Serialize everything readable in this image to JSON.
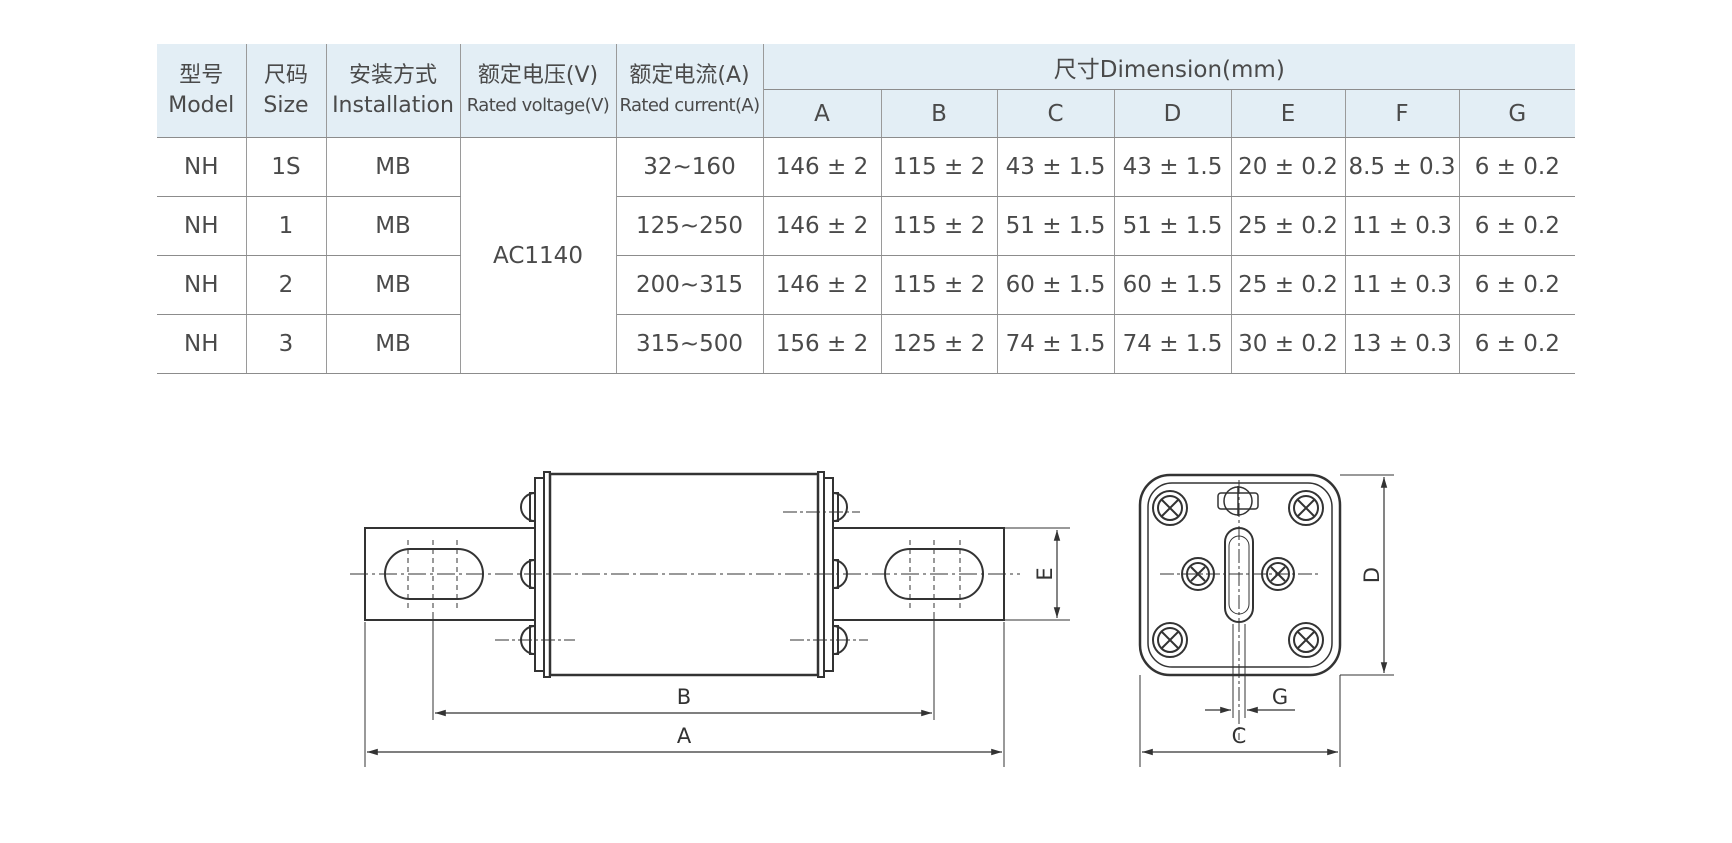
{
  "table": {
    "headers": {
      "model": {
        "cn": "型号",
        "en": "Model"
      },
      "size": {
        "cn": "尺码",
        "en": "Size"
      },
      "installation": {
        "cn": "安装方式",
        "en": "Installation"
      },
      "rated_voltage": {
        "cn": "额定电压(V)",
        "en": "Rated voltage(V)"
      },
      "rated_current": {
        "cn": "额定电流(A)",
        "en": "Rated current(A)"
      },
      "dimension": "尺寸Dimension(mm)",
      "dim_cols": [
        "A",
        "B",
        "C",
        "D",
        "E",
        "F",
        "G"
      ]
    },
    "voltage_merged": "AC1140",
    "rows": [
      {
        "model": "NH",
        "size": "1S",
        "installation": "MB",
        "current": "32~160",
        "dims": [
          "146 ± 2",
          "115 ± 2",
          "43 ± 1.5",
          "43 ± 1.5",
          "20 ± 0.2",
          "8.5 ± 0.3",
          "6 ± 0.2"
        ]
      },
      {
        "model": "NH",
        "size": "1",
        "installation": "MB",
        "current": "125~250",
        "dims": [
          "146 ± 2",
          "115 ± 2",
          "51 ± 1.5",
          "51 ± 1.5",
          "25 ± 0.2",
          "11 ± 0.3",
          "6 ± 0.2"
        ]
      },
      {
        "model": "NH",
        "size": "2",
        "installation": "MB",
        "current": "200~315",
        "dims": [
          "146 ± 2",
          "115 ± 2",
          "60 ± 1.5",
          "60 ± 1.5",
          "25 ± 0.2",
          "11 ± 0.3",
          "6 ± 0.2"
        ]
      },
      {
        "model": "NH",
        "size": "3",
        "installation": "MB",
        "current": "315~500",
        "dims": [
          "156 ± 2",
          "125 ± 2",
          "74 ± 1.5",
          "74 ± 1.5",
          "30 ± 0.2",
          "13 ± 0.3",
          "6 ± 0.2"
        ]
      }
    ]
  },
  "drawing": {
    "side_view_labels": {
      "a": "A",
      "b": "B",
      "e": "E"
    },
    "end_view_labels": {
      "c": "C",
      "d": "D",
      "g": "G"
    }
  },
  "colors": {
    "header_bg": "#e3eef5",
    "line": "#333333"
  }
}
